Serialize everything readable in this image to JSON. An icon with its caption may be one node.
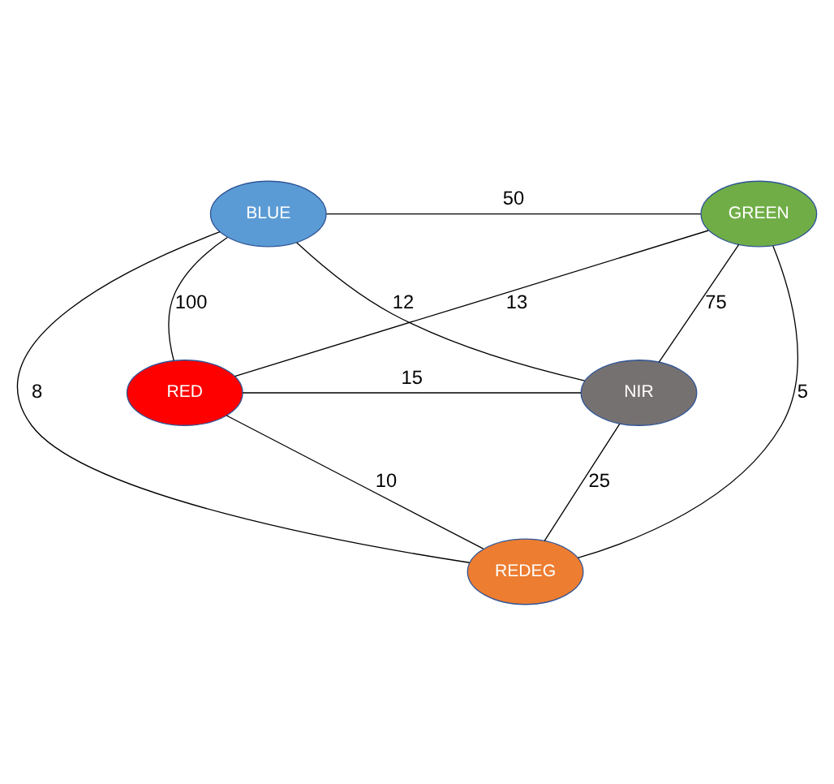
{
  "diagram": {
    "nodes": [
      {
        "text": [
          "BLUE"
        ]
      },
      {
        "text": [
          "GREEN"
        ]
      },
      {
        "text": [
          "RED"
        ]
      },
      {
        "text": [
          "NIR"
        ]
      },
      {
        "text": [
          "REDEG"
        ]
      }
    ],
    "edges": [
      {
        "from": 0,
        "to": 1,
        "arrow": "none",
        "label": "50"
      },
      {
        "from": 0,
        "to": 2,
        "arrow": "none",
        "label": "100"
      },
      {
        "from": 0,
        "to": 3,
        "arrow": "none",
        "label": "12"
      },
      {
        "from": 0,
        "to": 4,
        "arrow": "none",
        "label": "8"
      },
      {
        "from": 1,
        "to": 2,
        "arrow": "none",
        "label": "13"
      },
      {
        "from": 1,
        "to": 3,
        "arrow": "none",
        "label": "75"
      },
      {
        "from": 1,
        "to": 4,
        "arrow": "none",
        "label": "5"
      },
      {
        "from": 2,
        "to": 3,
        "arrow": "none",
        "label": "15"
      },
      {
        "from": 2,
        "to": 4,
        "arrow": "none",
        "label": "10"
      },
      {
        "from": 3,
        "to": 4,
        "arrow": "none",
        "label": "25"
      }
    ]
  }
}
